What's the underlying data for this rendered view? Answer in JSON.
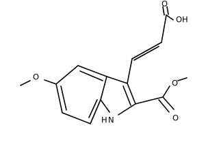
{
  "molecule": {
    "labels": {
      "oh": "OH",
      "o_carbonyl_acid": "O",
      "o_methoxy": "O",
      "o_ester_carbonyl": "O",
      "o_ester": "O",
      "nh": "H",
      "n": "N"
    },
    "colors": {
      "bond": "#000000",
      "text": "#000000",
      "background": "#ffffff"
    }
  }
}
